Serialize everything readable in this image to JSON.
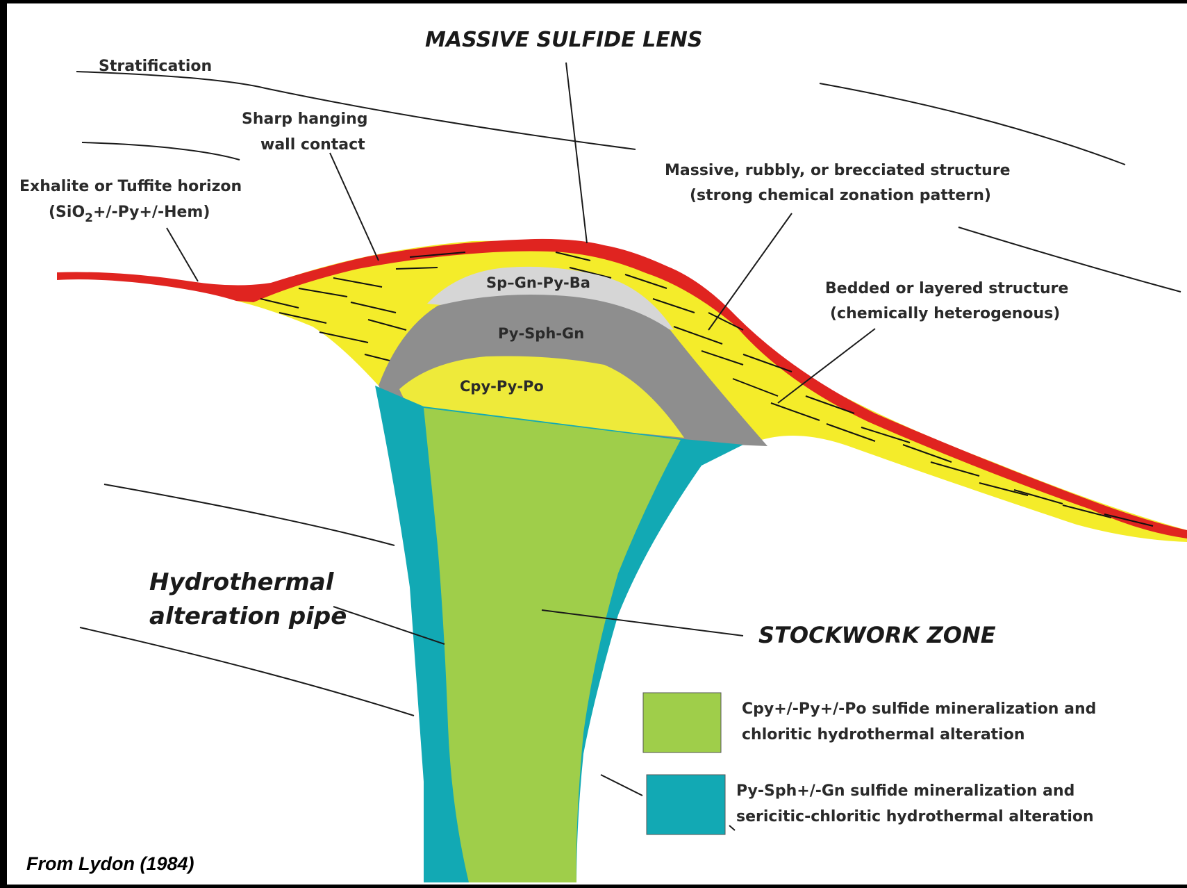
{
  "diagram": {
    "title": "MASSIVE SULFIDE LENS",
    "labels": {
      "stratification": "Stratification",
      "sharp_contact_1": "Sharp hanging",
      "sharp_contact_2": "wall contact",
      "exhalite_1": "Exhalite or Tuffite horizon",
      "exhalite_2_a": "(SiO",
      "exhalite_2_sub": "2",
      "exhalite_2_b": "+/-Py+/-Hem)",
      "massive_structure_1": "Massive, rubbly, or brecciated structure",
      "massive_structure_2": "(strong chemical zonation pattern)",
      "bedded_1": "Bedded or layered structure",
      "bedded_2": "(chemically heterogenous)",
      "zone_top": "Sp–Gn-Py-Ba",
      "zone_mid": "Py-Sph-Gn",
      "zone_core": "Cpy-Py-Po",
      "pipe_1": "Hydrothermal",
      "pipe_2": "alteration pipe",
      "stockwork": "STOCKWORK ZONE",
      "credit": "From Lydon (1984)"
    },
    "legend": [
      {
        "color": "#9fce4a",
        "line1": "Cpy+/-Py+/-Po sulfide mineralization and",
        "line2": "chloritic hydrothermal alteration"
      },
      {
        "color": "#12a9b4",
        "line1": "Py-Sph+/-Gn sulfide mineralization and",
        "line2": "sericitic-chloritic hydrothermal alteration"
      }
    ],
    "colors": {
      "exhalite_red": "#e02420",
      "bedded_yellow": "#f4ec2a",
      "zone_top_gray": "#d6d6d6",
      "zone_mid_gray": "#8e8e8e",
      "core_yellow": "#eeea3a",
      "stockwork_green": "#9fce4a",
      "pipe_teal": "#12a9b4"
    }
  }
}
